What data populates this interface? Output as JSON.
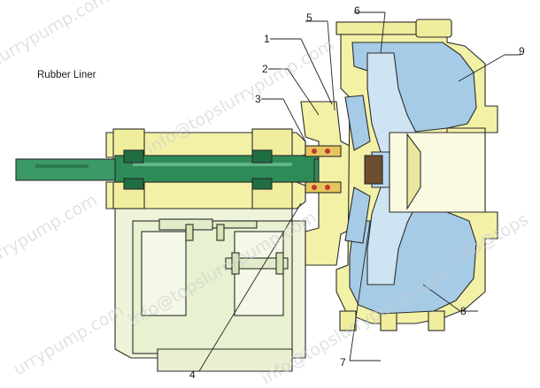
{
  "diagram": {
    "caption": "Rubber Liner",
    "labels": [
      "1",
      "2",
      "3",
      "4",
      "5",
      "6",
      "7",
      "8",
      "9"
    ]
  },
  "watermark": {
    "text_pump": "info@topslurrypump.com",
    "text_pump_short": "urrypump.com",
    "text_tops_left": "slurrypump.com",
    "text_tops_right": "info@tops"
  },
  "colors": {
    "casing_yellow": "#f3f1a6",
    "frame_light": "#eef4d9",
    "rubber_blue": "#a6cbe6",
    "shaft_green": "#2e8b57",
    "outline": "#2b2b2b"
  }
}
